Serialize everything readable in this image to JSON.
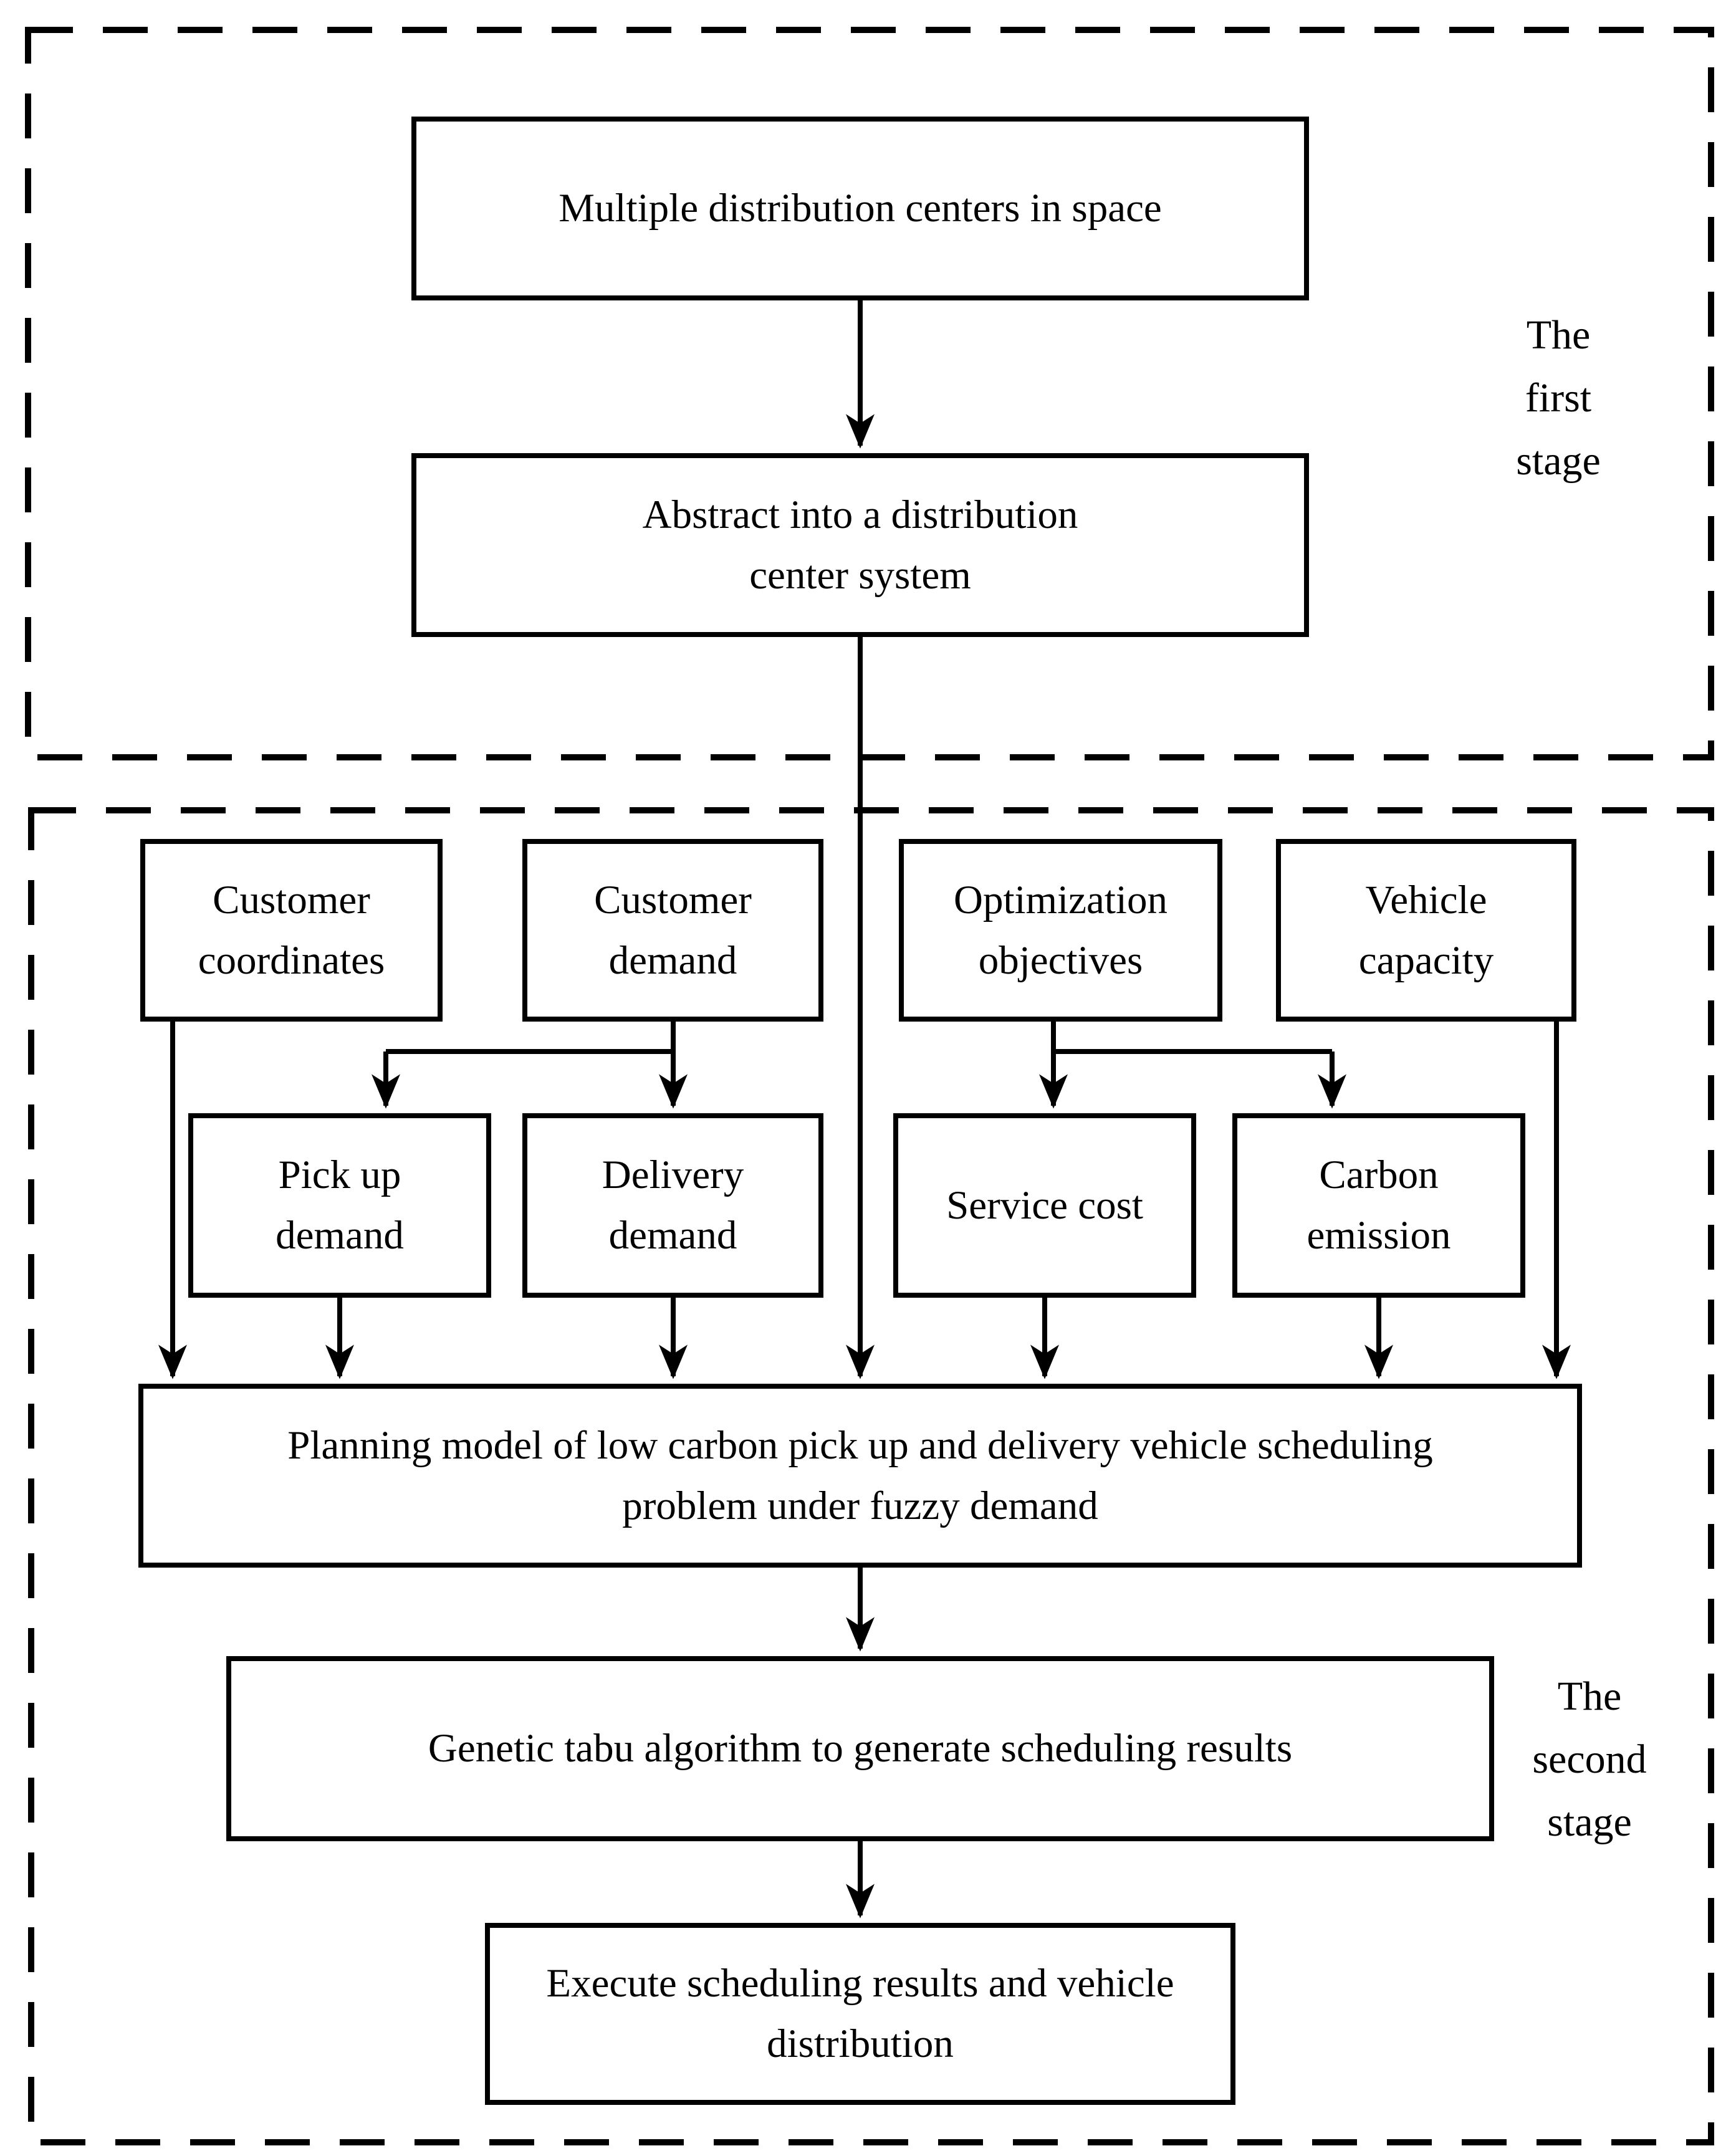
{
  "diagram": {
    "background_color": "#ffffff",
    "line_color": "#000000",
    "stage1": {
      "side_label": {
        "lines": [
          "The",
          "first",
          "stage"
        ]
      },
      "multiple_box": {
        "lines": [
          "Multiple distribution centers in space"
        ]
      },
      "abstract_box": {
        "lines": [
          "Abstract into a distribution",
          "center system"
        ]
      }
    },
    "stage2": {
      "side_label": {
        "lines": [
          "The",
          "second",
          "stage"
        ]
      },
      "customer_coordinates_box": {
        "lines": [
          "Customer",
          "coordinates"
        ]
      },
      "customer_demand_box": {
        "lines": [
          "Customer",
          "demand"
        ]
      },
      "optimization_objectives_box": {
        "lines": [
          "Optimization",
          "objectives"
        ]
      },
      "vehicle_capacity_box": {
        "lines": [
          "Vehicle",
          "capacity"
        ]
      },
      "pick_up_demand_box": {
        "lines": [
          "Pick up",
          "demand"
        ]
      },
      "delivery_demand_box": {
        "lines": [
          "Delivery",
          "demand"
        ]
      },
      "service_cost_box": {
        "lines": [
          "Service cost"
        ]
      },
      "carbon_emission_box": {
        "lines": [
          "Carbon",
          "emission"
        ]
      },
      "planning_model_box": {
        "lines": [
          "Planning model of low carbon pick up and delivery vehicle scheduling",
          "problem under fuzzy demand"
        ]
      },
      "genetic_tabu_box": {
        "lines": [
          "Genetic tabu algorithm to generate scheduling results"
        ]
      },
      "execute_box": {
        "lines": [
          "Execute scheduling results and vehicle",
          "distribution"
        ]
      }
    }
  }
}
